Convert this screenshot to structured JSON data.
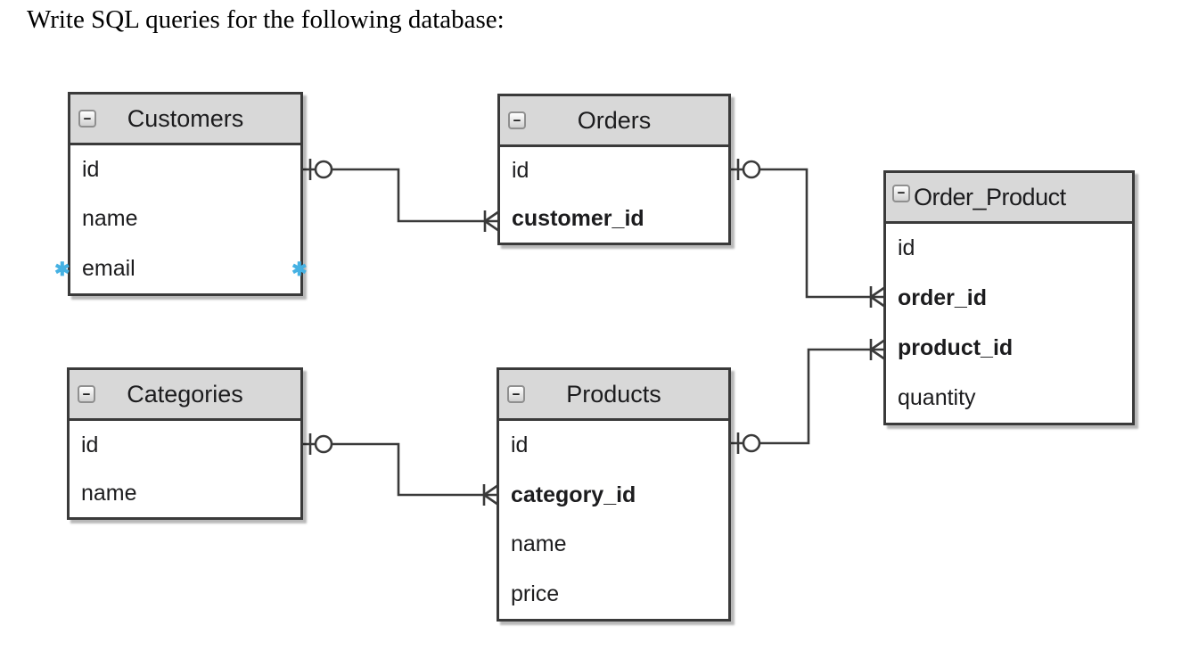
{
  "page": {
    "title": "Write SQL queries for the following database:"
  },
  "icons": {
    "collapse_glyph": "−",
    "marker_glyph": "✱"
  },
  "colors": {
    "table_header_bg": "#d8d8d8",
    "table_border": "#3a3a3a",
    "connector": "#3a3a3a",
    "text": "#1c1c1e",
    "marker_blue": "#45b1e3",
    "background": "#ffffff"
  },
  "diagram": {
    "tables": [
      {
        "name": "Customers",
        "fields": [
          {
            "name": "id",
            "fk": false
          },
          {
            "name": "name",
            "fk": false
          },
          {
            "name": "email",
            "fk": false
          }
        ]
      },
      {
        "name": "Orders",
        "fields": [
          {
            "name": "id",
            "fk": false
          },
          {
            "name": "customer_id",
            "fk": true
          }
        ]
      },
      {
        "name": "Order_Product",
        "fields": [
          {
            "name": "id",
            "fk": false
          },
          {
            "name": "order_id",
            "fk": true
          },
          {
            "name": "product_id",
            "fk": true
          },
          {
            "name": "quantity",
            "fk": false
          }
        ]
      },
      {
        "name": "Categories",
        "fields": [
          {
            "name": "id",
            "fk": false
          },
          {
            "name": "name",
            "fk": false
          }
        ]
      },
      {
        "name": "Products",
        "fields": [
          {
            "name": "id",
            "fk": false
          },
          {
            "name": "category_id",
            "fk": true
          },
          {
            "name": "name",
            "fk": false
          },
          {
            "name": "price",
            "fk": false
          }
        ]
      }
    ],
    "relationships": [
      {
        "from": "Customers.id",
        "to": "Orders.customer_id",
        "type": "one-to-many"
      },
      {
        "from": "Orders.id",
        "to": "Order_Product.order_id",
        "type": "one-to-many"
      },
      {
        "from": "Products.id",
        "to": "Order_Product.product_id",
        "type": "one-to-many"
      },
      {
        "from": "Categories.id",
        "to": "Products.category_id",
        "type": "one-to-many"
      }
    ]
  }
}
